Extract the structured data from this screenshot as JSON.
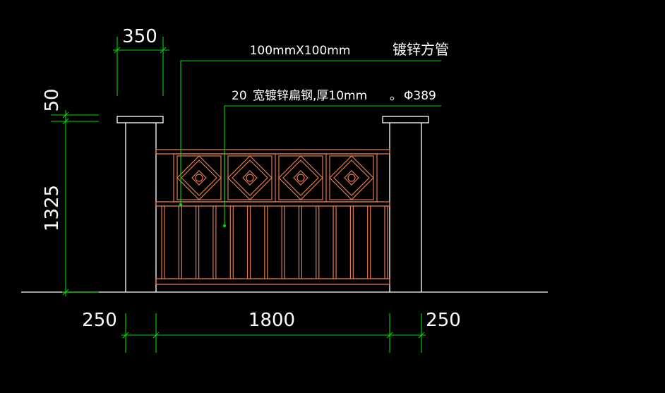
{
  "colors": {
    "background": "#000000",
    "dimension": "#00d800",
    "outline": "#ffffff",
    "fence_member": "#e07a50",
    "text": "#ffffff"
  },
  "dimensions": {
    "post_width_top": "350",
    "cap_height": "50",
    "height": "1325",
    "left_post": "250",
    "span": "1800",
    "right_post": "250"
  },
  "annotations": {
    "square_tube_size": "100mmX100mm",
    "square_tube_material": "镀锌方管",
    "flat_steel_prefix": "20",
    "flat_steel_desc": "宽镀锌扁钢,厚10mm",
    "diameter_marker": "。",
    "diameter": "Φ389"
  }
}
